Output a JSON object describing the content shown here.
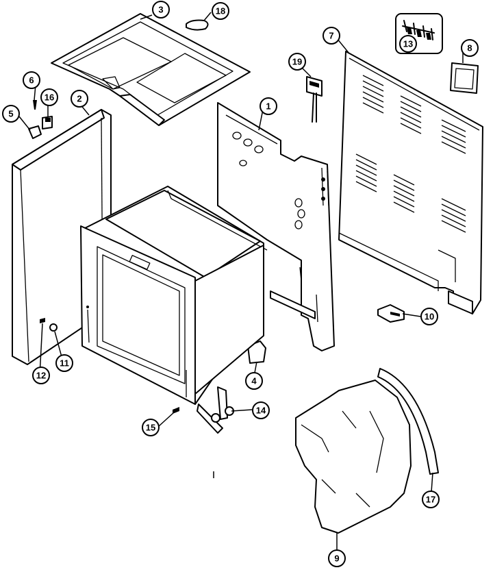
{
  "diagram": {
    "callouts": [
      {
        "id": "c3",
        "label": "3"
      },
      {
        "id": "c18a",
        "label": "18"
      },
      {
        "id": "c13",
        "label": "13"
      },
      {
        "id": "c7",
        "label": "7"
      },
      {
        "id": "c8",
        "label": "8"
      },
      {
        "id": "c6",
        "label": "6"
      },
      {
        "id": "c16",
        "label": "16"
      },
      {
        "id": "c2",
        "label": "2"
      },
      {
        "id": "c5",
        "label": "5"
      },
      {
        "id": "c19",
        "label": "19"
      },
      {
        "id": "c1",
        "label": "1"
      },
      {
        "id": "c10",
        "label": "10"
      },
      {
        "id": "c12",
        "label": "12"
      },
      {
        "id": "c11",
        "label": "11"
      },
      {
        "id": "c4",
        "label": "4"
      },
      {
        "id": "c14",
        "label": "14"
      },
      {
        "id": "c15",
        "label": "15"
      },
      {
        "id": "c17",
        "label": "17"
      },
      {
        "id": "c9",
        "label": "9"
      }
    ]
  }
}
